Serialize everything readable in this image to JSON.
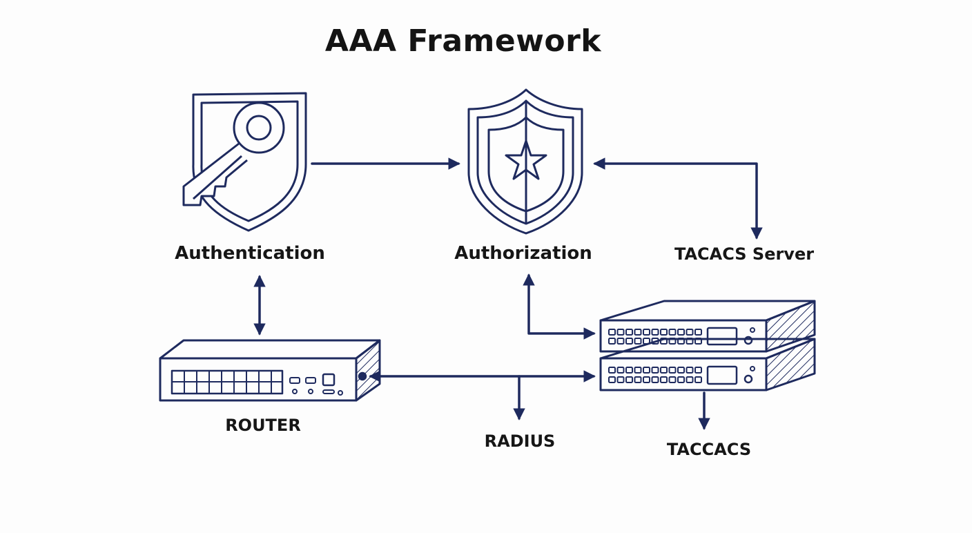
{
  "diagram": {
    "title": "AAA Framework",
    "nodes": {
      "authentication": {
        "label": "Authentication",
        "icon": "key-shield-icon"
      },
      "authorization": {
        "label": "Authorization",
        "icon": "star-shield-icon"
      },
      "tacacs_server": {
        "label": "TACACS Server"
      },
      "router": {
        "label": "ROUTER",
        "icon": "router-icon"
      },
      "radius": {
        "label": "RADIUS"
      },
      "taccacs": {
        "label": "TACCACS",
        "icon": "server-rack-icon"
      }
    },
    "edges": [
      {
        "from": "authentication",
        "to": "authorization",
        "direction": "forward"
      },
      {
        "from": "tacacs_server",
        "to": "authorization",
        "direction": "both"
      },
      {
        "from": "authentication",
        "to": "router",
        "direction": "both"
      },
      {
        "from": "authorization",
        "to": "server-rack",
        "direction": "both"
      },
      {
        "from": "router",
        "to": "server-rack",
        "direction": "both"
      },
      {
        "from": "router-link",
        "to": "radius",
        "direction": "forward"
      },
      {
        "from": "server-rack",
        "to": "taccacs",
        "direction": "forward"
      }
    ],
    "colors": {
      "stroke": "#1e2a5e",
      "text": "#161616",
      "background": "#fdfdfd"
    }
  }
}
